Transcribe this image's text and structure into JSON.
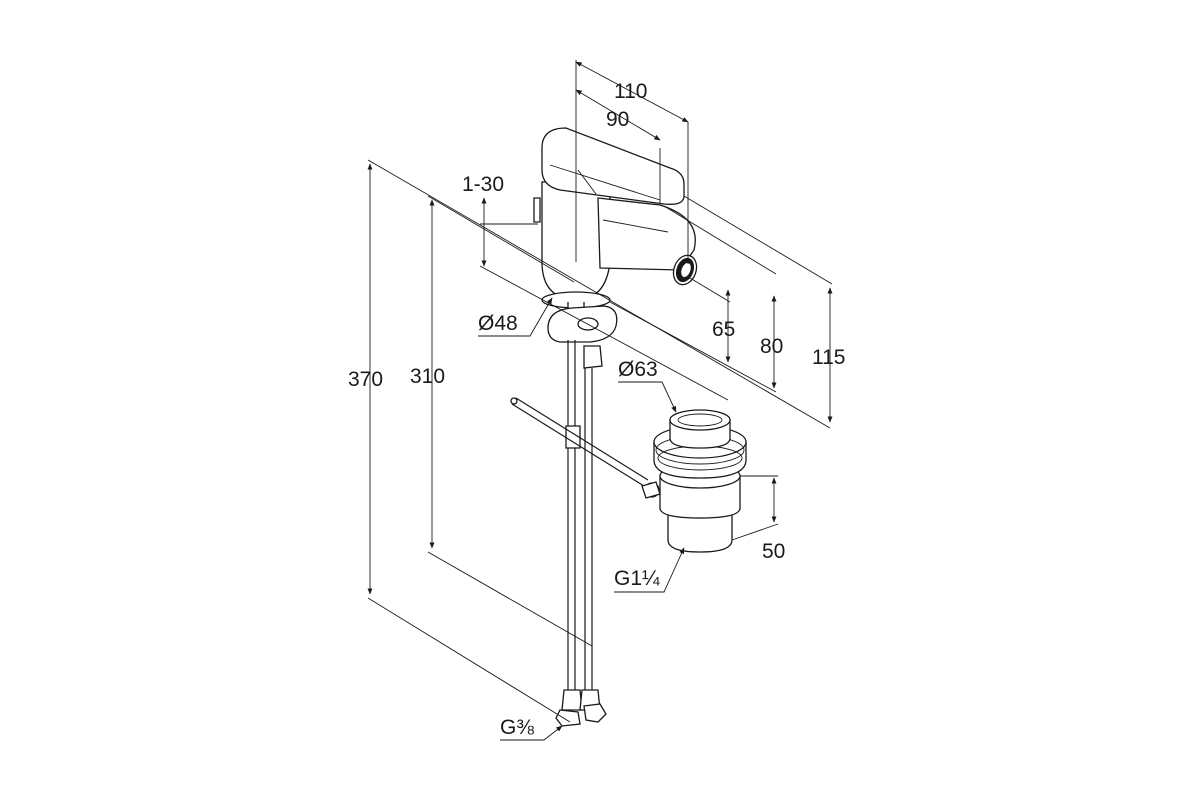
{
  "dimensions": {
    "spout_reach": "110",
    "lever_reach": "90",
    "lift_rod_height": "1-30",
    "body_diameter": "Ø48",
    "total_height": "370",
    "hose_length": "310",
    "outlet_height": "65",
    "lever_base_height": "80",
    "overall_body_height": "115",
    "waste_diameter": "Ø63",
    "waste_height": "50",
    "waste_thread": "G1¼",
    "hose_thread": "G⅜"
  }
}
